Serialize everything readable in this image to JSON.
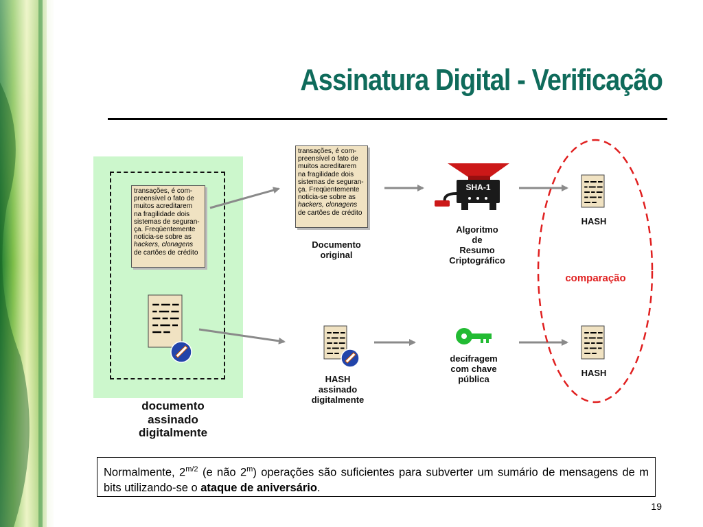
{
  "slide": {
    "title": "Assinatura Digital - Verificação",
    "page_number": "19"
  },
  "doc_lines": [
    "transações, é com-",
    "preensível o fato de",
    "muitos acreditarem",
    "na fragilidade dois",
    "sistemas de seguran-",
    "ça. Freqüentemente",
    "noticia-se sobre as",
    "hackers, clonagens",
    "de cartões de crédito"
  ],
  "diagram": {
    "signed_document_label": [
      "documento",
      "assinado",
      "digitalmente"
    ],
    "original_document_label": [
      "Documento",
      "original"
    ],
    "algorithm_label": [
      "Algoritmo",
      "de",
      "Resumo",
      "Criptográfico"
    ],
    "sha_label": "SHA-1",
    "hash_top_label": "HASH",
    "hash_bottom_label": "HASH",
    "signed_hash_label": [
      "HASH",
      "assinado",
      "digitalmente"
    ],
    "decrypt_label": [
      "decifragem",
      "com chave",
      "pública"
    ],
    "comparison_label": "comparação"
  },
  "note": {
    "p1": "Normalmente, 2",
    "sup1": "m/2",
    "p2": " (e não 2",
    "sup2": "m",
    "p3": ") operações são suficientes para subverter um sumário de mensagens de m bits utilizando-se o ",
    "bold": "ataque de aniversário",
    "end": "."
  },
  "colors": {
    "title": "#0f6b5b",
    "green_panel": "#ccf7cc",
    "comparison_red": "#e02020",
    "funnel_red": "#cc1818",
    "key_green": "#22bb33"
  }
}
